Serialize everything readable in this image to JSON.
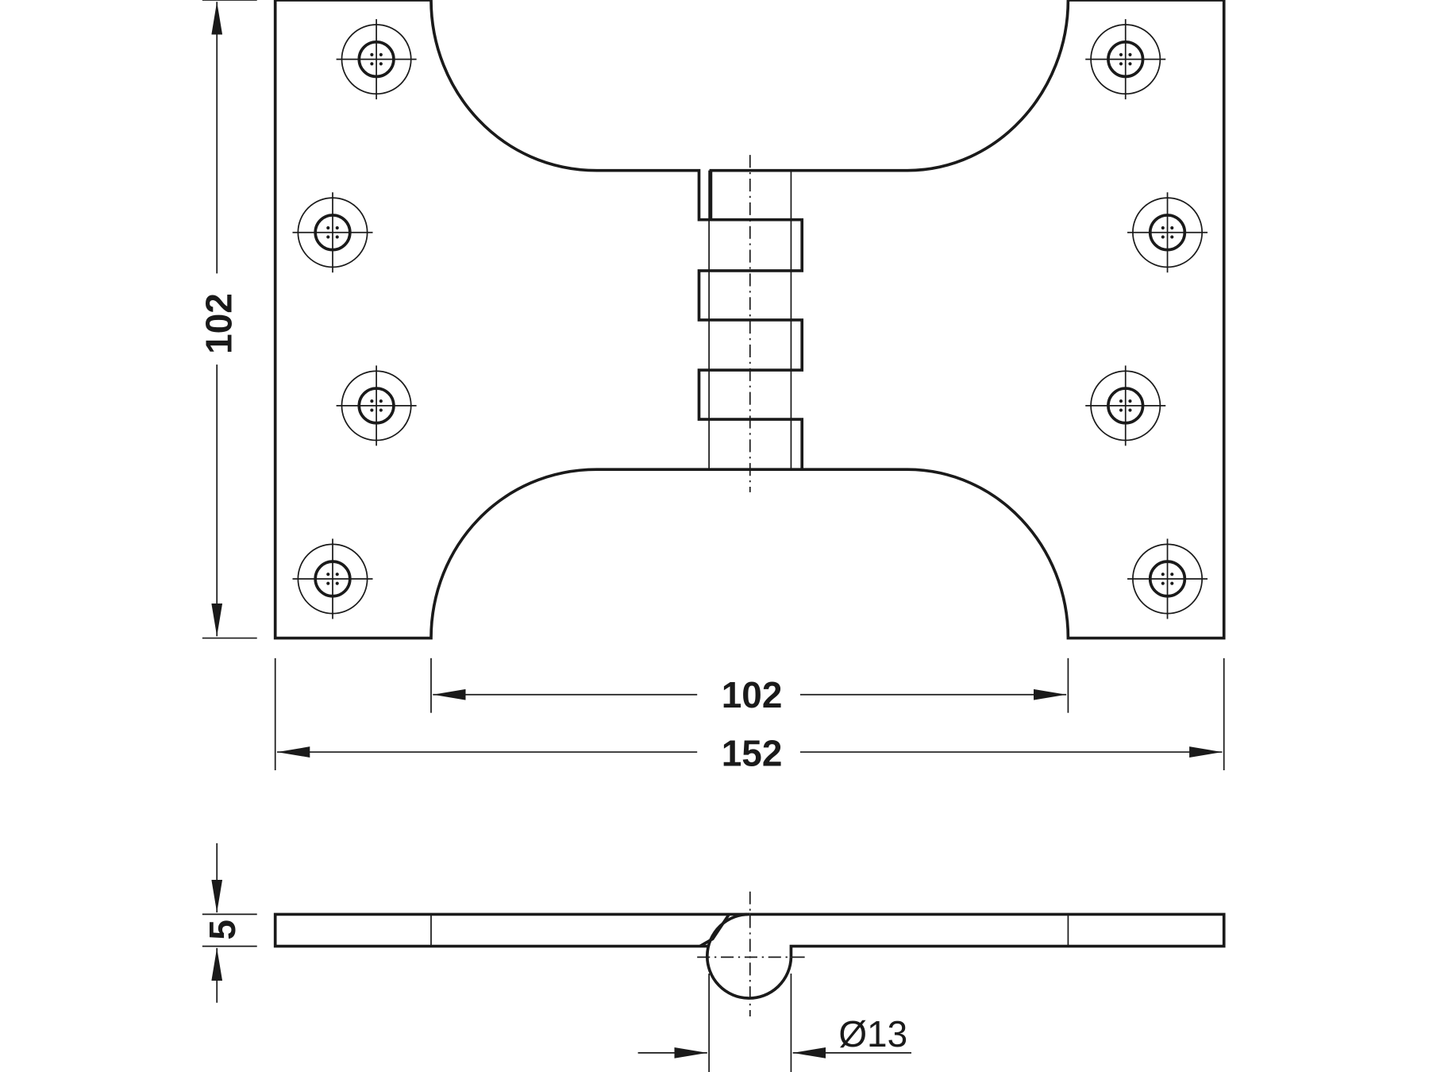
{
  "title": "Hinge technical drawing",
  "dimensions": {
    "height": "102",
    "inner_width": "102",
    "overall_width": "152",
    "thickness": "5",
    "knuckle_diameter": "Ø13"
  },
  "colors": {
    "line": "#1a1a1a",
    "background": "#ffffff"
  }
}
